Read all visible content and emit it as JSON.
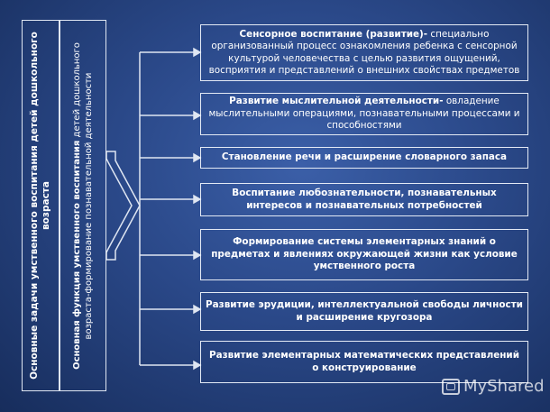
{
  "left_column": {
    "line1": "Основные задачи умственного воспитания детей дошкольного",
    "line2": "возраста"
  },
  "right_column": {
    "line1_bold": "Основная функция умственного воспитания",
    "line1_rest": " детей дошкольного",
    "line2": "возраста-формирование познавательной деятельности"
  },
  "boxes": [
    {
      "bold": "Сенсорное воспитание (развитие)-",
      "plain": " специально организованный процесс ознакомления ребенка с сенсорной культурой человечества с целью развития ощущений, восприятия и представлений о внешних свойствах предметов"
    },
    {
      "bold": "Развитие мыслительной деятельности-",
      "plain": " овладение мыслительными операциями, познавательными процессами и способностями"
    },
    {
      "bold": "Становление речи и расширение словарного запаса",
      "plain": ""
    },
    {
      "bold": "Воспитание любознательности, познавательных интересов и познавательных потребностей",
      "plain": ""
    },
    {
      "bold": "Формирование системы элементарных знаний о предметах и явлениях окружающей жизни как условие умственного роста",
      "plain": ""
    },
    {
      "bold": "Развитие эрудиции, интеллектуальной свободы личности и расширение кругозора",
      "plain": ""
    },
    {
      "bold": "Развитие элементарных математических представлений о конструирование",
      "plain": ""
    }
  ],
  "watermark": "MyShared"
}
